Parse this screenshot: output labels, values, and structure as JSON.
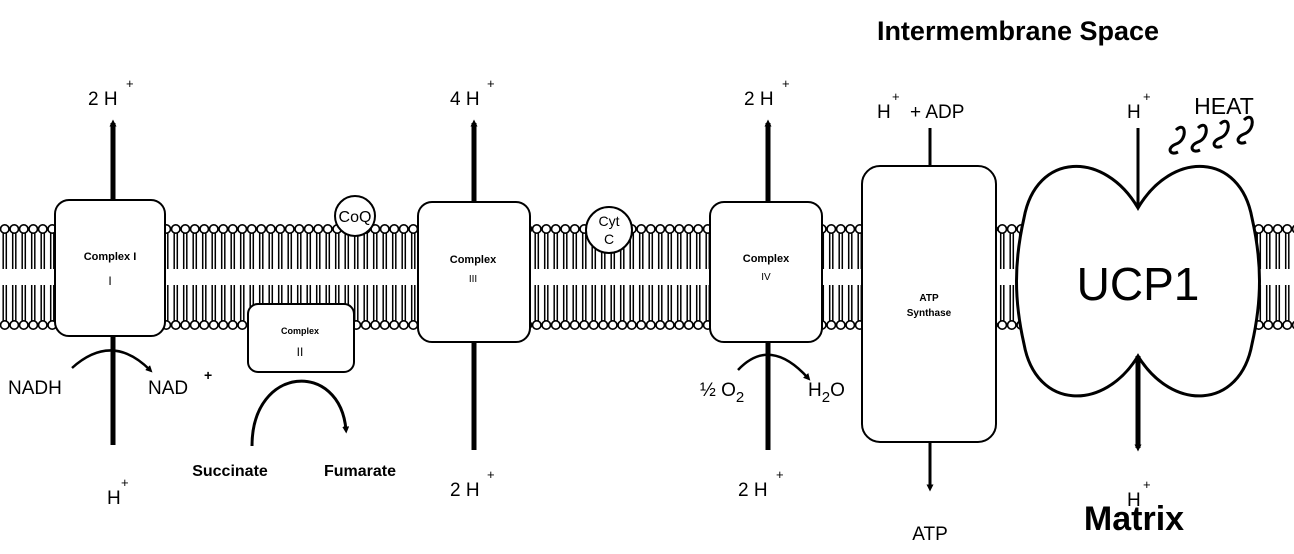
{
  "regions": {
    "intermembrane": "Intermembrane Space",
    "matrix": "Matrix"
  },
  "heat_label": "HEAT",
  "complexes": [
    {
      "id": "c1",
      "name": "Complex I",
      "numeral": "I"
    },
    {
      "id": "c2",
      "name": "Complex",
      "numeral": "II"
    },
    {
      "id": "c3",
      "name": "Complex",
      "numeral": "III"
    },
    {
      "id": "c4",
      "name": "Complex",
      "numeral": "IV"
    },
    {
      "id": "atp",
      "name": "ATP",
      "numeral": "Synthase"
    }
  ],
  "carriers": {
    "coq": "CoQ",
    "cyt_top": "Cyt",
    "cyt_bottom": "C"
  },
  "ucp": "UCP1",
  "proton": {
    "symbol": "H",
    "charge": "+",
    "c1_out": "2 H",
    "c3_out": "4 H",
    "c4_out": "2 H",
    "c3_in": "2 H",
    "c4_in": "2 H"
  },
  "substrates": {
    "nadh": "NADH",
    "nad": "NAD",
    "nad_charge": "+",
    "succinate": "Succinate",
    "fumarate": "Fumarate",
    "o2_prefix": "½ O",
    "o2_sub": "2",
    "h2o_h": "H",
    "h2o_sub": "2",
    "h2o_o": "O",
    "adp": "+ ADP",
    "atp": "ATP"
  }
}
